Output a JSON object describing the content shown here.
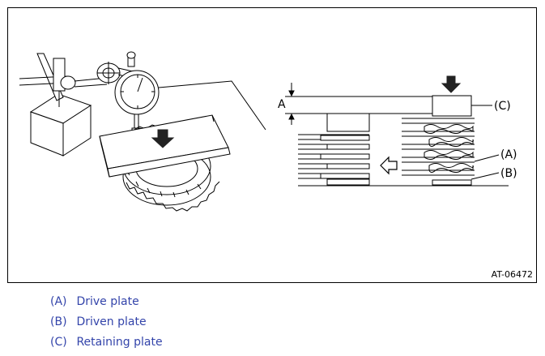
{
  "diagram": {
    "labels": {
      "dimension": "A",
      "retaining": "(C)",
      "drive": "(A)",
      "driven": "(B)"
    },
    "figure_id": "AT-06472"
  },
  "legend": {
    "items": [
      {
        "key": "(A)",
        "text": "Drive plate"
      },
      {
        "key": "(B)",
        "text": "Driven plate"
      },
      {
        "key": "(C)",
        "text": "Retaining plate"
      }
    ]
  },
  "colors": {
    "legend_text": "#3344aa",
    "line": "#000000",
    "dark_fill": "#222222"
  }
}
